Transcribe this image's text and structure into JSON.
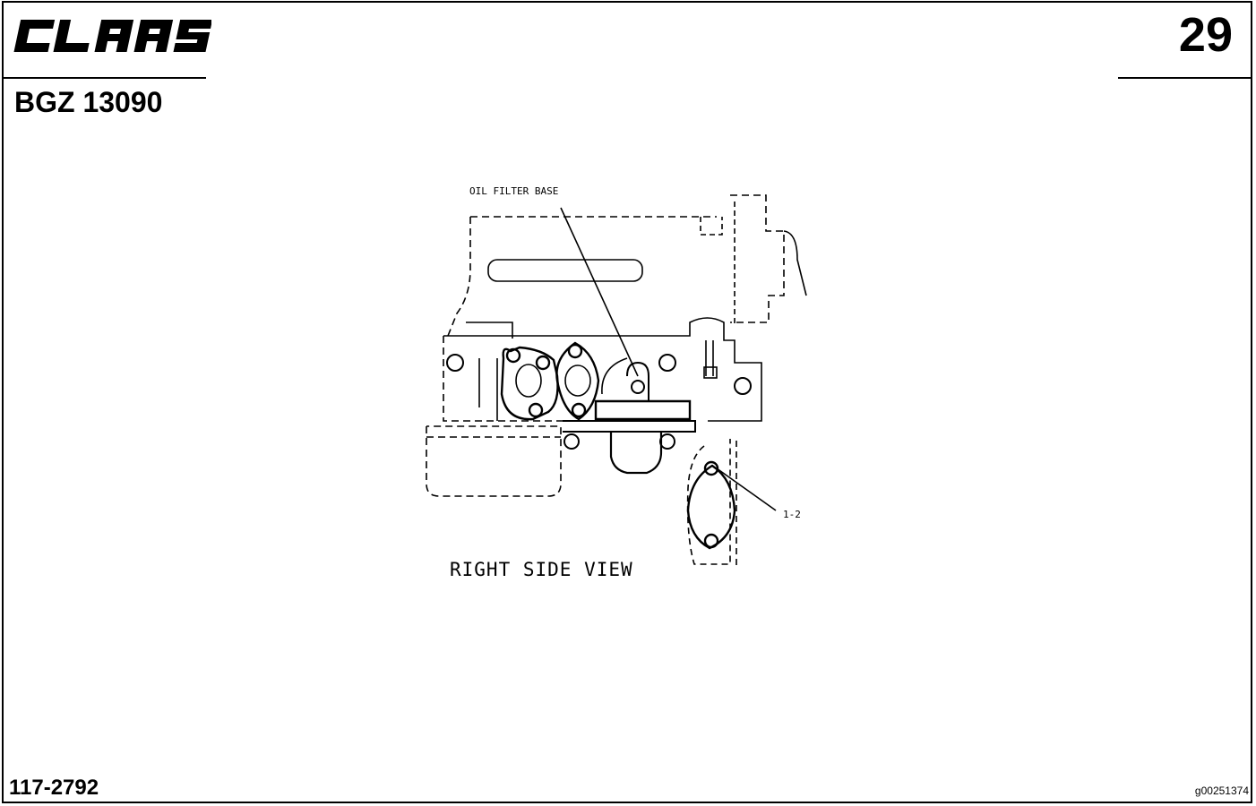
{
  "header": {
    "brand": "CLAAS",
    "page_number": "29",
    "doc_code": "BGZ 13090"
  },
  "drawing": {
    "label_oil_filter": "OIL FILTER BASE",
    "label_callout": "1-2",
    "view_title": "RIGHT SIDE VIEW"
  },
  "footer": {
    "part_number": "117-2792",
    "image_id": "g00251374"
  }
}
